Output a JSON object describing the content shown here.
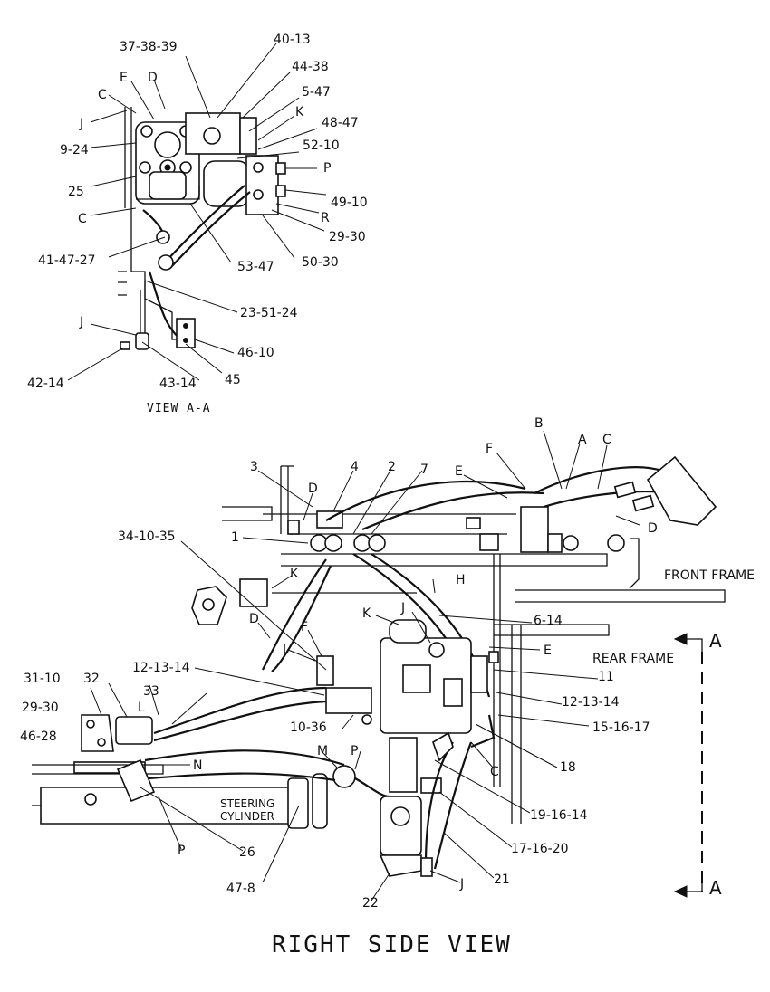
{
  "view_aa": {
    "caption": "VIEW A-A",
    "labels": {
      "l37_38_39": "37-38-39",
      "l40_13": "40-13",
      "l44_38": "44-38",
      "l5_47": "5-47",
      "lK": "K",
      "l48_47": "48-47",
      "l52_10": "52-10",
      "lP": "P",
      "l49_10": "49-10",
      "lR": "R",
      "l29_30": "29-30",
      "l50_30": "50-30",
      "l53_47": "53-47",
      "l23_51_24": "23-51-24",
      "l46_10": "46-10",
      "l45": "45",
      "l43_14": "43-14",
      "l42_14": "42-14",
      "lJ2": "J",
      "l41_47_27": "41-47-27",
      "lC2": "C",
      "l25": "25",
      "l9_24": "9-24",
      "lJ": "J",
      "lC": "C",
      "lE": "E",
      "lD": "D"
    }
  },
  "right_side": {
    "caption": "RIGHT SIDE VIEW",
    "labels": {
      "l3": "3",
      "l4": "4",
      "l2": "2",
      "l7": "7",
      "l1": "1",
      "lD_top": "D",
      "lB": "B",
      "lA_top": "A",
      "lC_top": "C",
      "lF_top": "F",
      "lE_top": "E",
      "lD_right": "D",
      "l34_10_35": "34-10-35",
      "lK1": "K",
      "lH": "H",
      "front_frame": "FRONT FRAME",
      "l6_14": "6-14",
      "lJ_mid": "J",
      "lK2": "K",
      "lD_mid": "D",
      "lF_mid": "F",
      "lL1": "L",
      "lE_mid": "E",
      "rear_frame": "REAR FRAME",
      "l11": "11",
      "l12_13_14_left": "12-13-14",
      "l12_13_14_right": "12-13-14",
      "l31_10": "31-10",
      "l32": "32",
      "l33": "33",
      "l29_30": "29-30",
      "lL2": "L",
      "l46_28": "46-28",
      "l10_36": "10-36",
      "l15_16_17": "15-16-17",
      "lN": "N",
      "lM": "M",
      "lP1": "P",
      "lC_mid": "C",
      "l18": "18",
      "l19_16_14": "19-16-14",
      "steering1": "STEERING",
      "steering2": "CYLINDER",
      "lP2": "P",
      "l26": "26",
      "l17_16_20": "17-16-20",
      "l47_8": "47-8",
      "l21": "21",
      "lJ_bot": "J",
      "l22": "22",
      "section_A_top": "A",
      "section_A_bot": "A"
    }
  }
}
